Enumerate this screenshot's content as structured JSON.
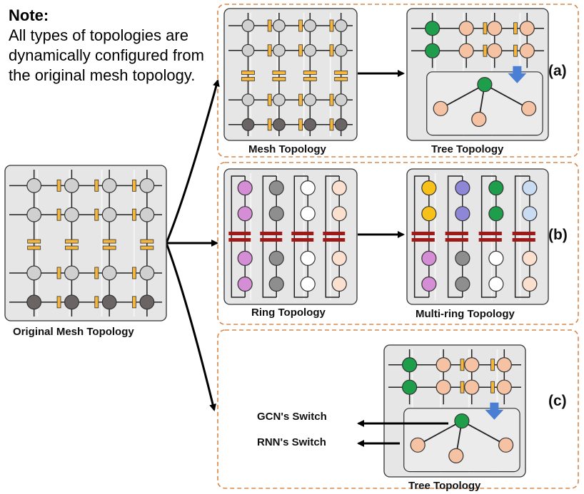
{
  "note": {
    "title": "Note:",
    "body": "All types of topologies are dynamically configured from the original mesh topology."
  },
  "labels": {
    "original": "Original Mesh Topology",
    "mesh": "Mesh Topology",
    "tree_a": "Tree Topology",
    "ring": "Ring Topology",
    "multi_ring": "Multi-ring Topology",
    "tree_c": "Tree Topology",
    "gcn_switch": "GCN's Switch",
    "rnn_switch": "RNN's Switch",
    "tag_a": "(a)",
    "tag_b": "(b)",
    "tag_c": "(c)"
  },
  "colors": {
    "panel_bg": "#e6e6e6",
    "panel_border": "#333333",
    "dashed_border": "#d9874a",
    "node_gray": "#d0d0d0",
    "node_dark": "#6b6464",
    "node_green": "#1e9e4a",
    "node_peach": "#f5c3a3",
    "node_pink": "#d58ed6",
    "node_yellow": "#f7c11a",
    "node_purple": "#8e86d6",
    "node_lightblue": "#c9dcf2",
    "node_white": "#ffffff",
    "node_lightpeach": "#fbe0d0",
    "switch_gold": "#f4b63c",
    "switch_red": "#a11818",
    "arrow_blue": "#4a7fd4"
  }
}
